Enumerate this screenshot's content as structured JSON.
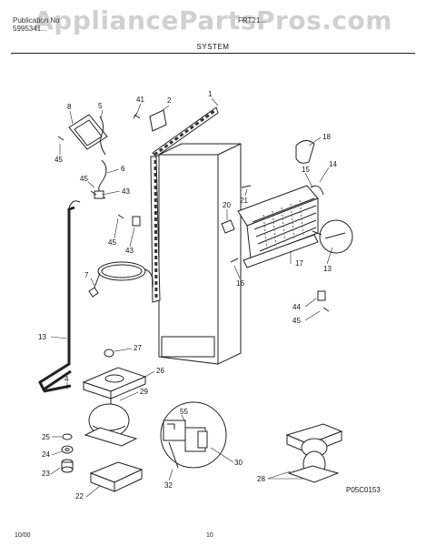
{
  "watermark": "AppliancePartsPros.com",
  "header": {
    "publication_label": "Publication No",
    "publication_number": "5995341...",
    "model_label": "FRT21...",
    "section": "SYSTEM"
  },
  "footer": {
    "date": "10/00",
    "page": "10",
    "diagram_code": "P05C0153"
  },
  "callouts": [
    "1",
    "2",
    "41",
    "5",
    "8",
    "45",
    "6",
    "45",
    "43",
    "18",
    "15",
    "14",
    "21",
    "20",
    "45",
    "43",
    "7",
    "16",
    "17",
    "13",
    "44",
    "45",
    "13",
    "27",
    "26",
    "4",
    "29",
    "55",
    "25",
    "24",
    "23",
    "30",
    "32",
    "22",
    "28"
  ],
  "colors": {
    "line": "#222222",
    "fill": "#ffffff",
    "shade": "#9a9a9a"
  }
}
